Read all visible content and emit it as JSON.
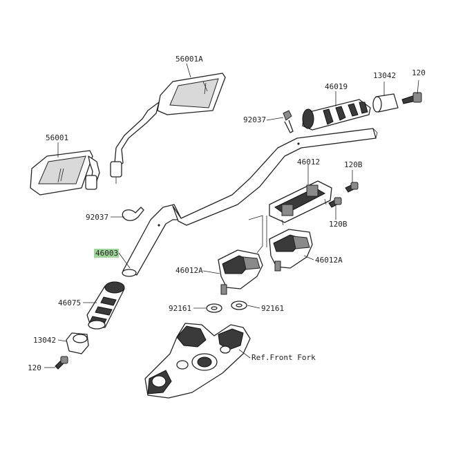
{
  "labels": {
    "mirror_right": "56001A",
    "mirror_left": "56001",
    "clip_top": "92037",
    "clip_left": "92037",
    "grip_right": "46019",
    "weight_right": "13042",
    "bolt_right": "120",
    "holder_upper": "46012",
    "bolt_b_upper": "120B",
    "bolt_b_lower": "120B",
    "handlebar": "46003",
    "holder_lower_left": "46012A",
    "holder_lower_right": "46012A",
    "grip_left": "46075",
    "washer_left": "92161",
    "washer_right": "92161",
    "weight_left": "13042",
    "bolt_left": "120",
    "ref_front_fork": "Ref.Front Fork"
  },
  "highlight_color": "#9fd59a",
  "highlighted_part": "handlebar"
}
